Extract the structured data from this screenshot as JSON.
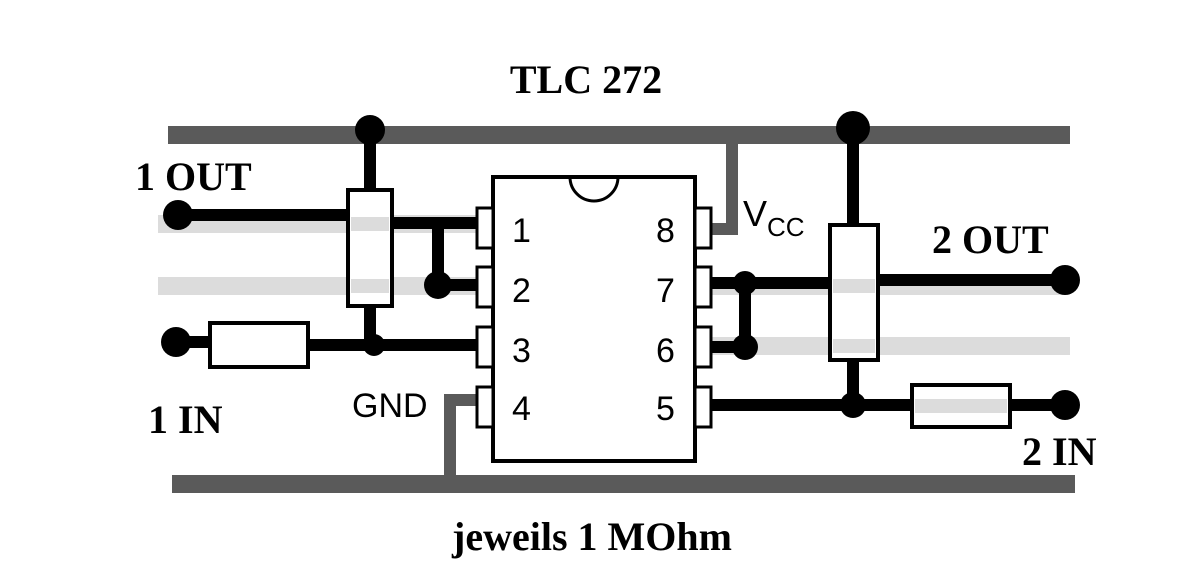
{
  "title": "TLC 272",
  "footer": "jeweils 1 MOhm",
  "labels": {
    "out1": "1 OUT",
    "in1": "1 IN",
    "out2": "2 OUT",
    "in2": "2 IN",
    "gnd": "GND",
    "vcc_main": "V",
    "vcc_sub": "CC"
  },
  "pins": {
    "p1": "1",
    "p2": "2",
    "p3": "3",
    "p4": "4",
    "p5": "5",
    "p6": "6",
    "p7": "7",
    "p8": "8"
  },
  "colors": {
    "rail": "#5a5a5a",
    "wire": "#000000",
    "strip": "#dcdcdc",
    "background": "#ffffff"
  }
}
